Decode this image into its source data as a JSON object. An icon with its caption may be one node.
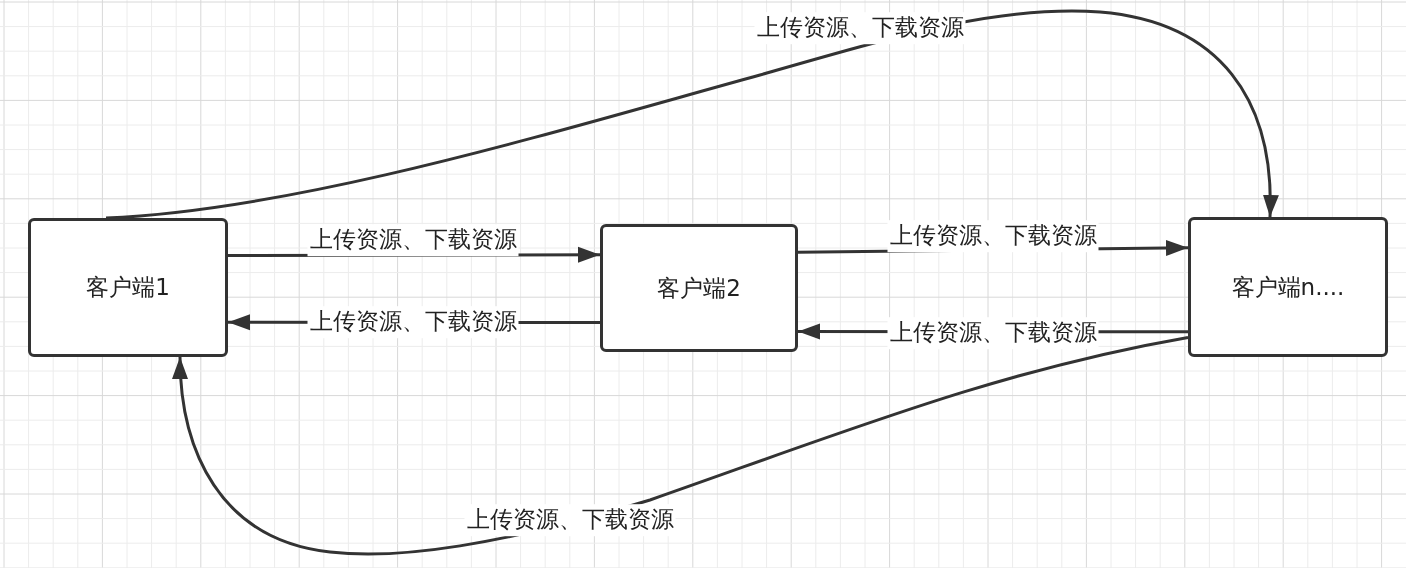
{
  "diagram": {
    "nodes": [
      {
        "text": [
          "客户端1"
        ]
      },
      {
        "text": [
          "客户端2"
        ]
      },
      {
        "text": [
          "客户端n...."
        ]
      }
    ],
    "edges": [
      {
        "from": 0,
        "to": 1,
        "arrow": "to",
        "label": "上传资源、下载资源"
      },
      {
        "from": 1,
        "to": 0,
        "arrow": "to",
        "label": "上传资源、下载资源"
      },
      {
        "from": 1,
        "to": 2,
        "arrow": "to",
        "label": "上传资源、下载资源"
      },
      {
        "from": 2,
        "to": 1,
        "arrow": "to",
        "label": "上传资源、下载资源"
      },
      {
        "from": 0,
        "to": 2,
        "arrow": "to",
        "label": "上传资源、下载资源"
      },
      {
        "from": 2,
        "to": 0,
        "arrow": "to",
        "label": "上传资源、下载资源"
      }
    ]
  }
}
